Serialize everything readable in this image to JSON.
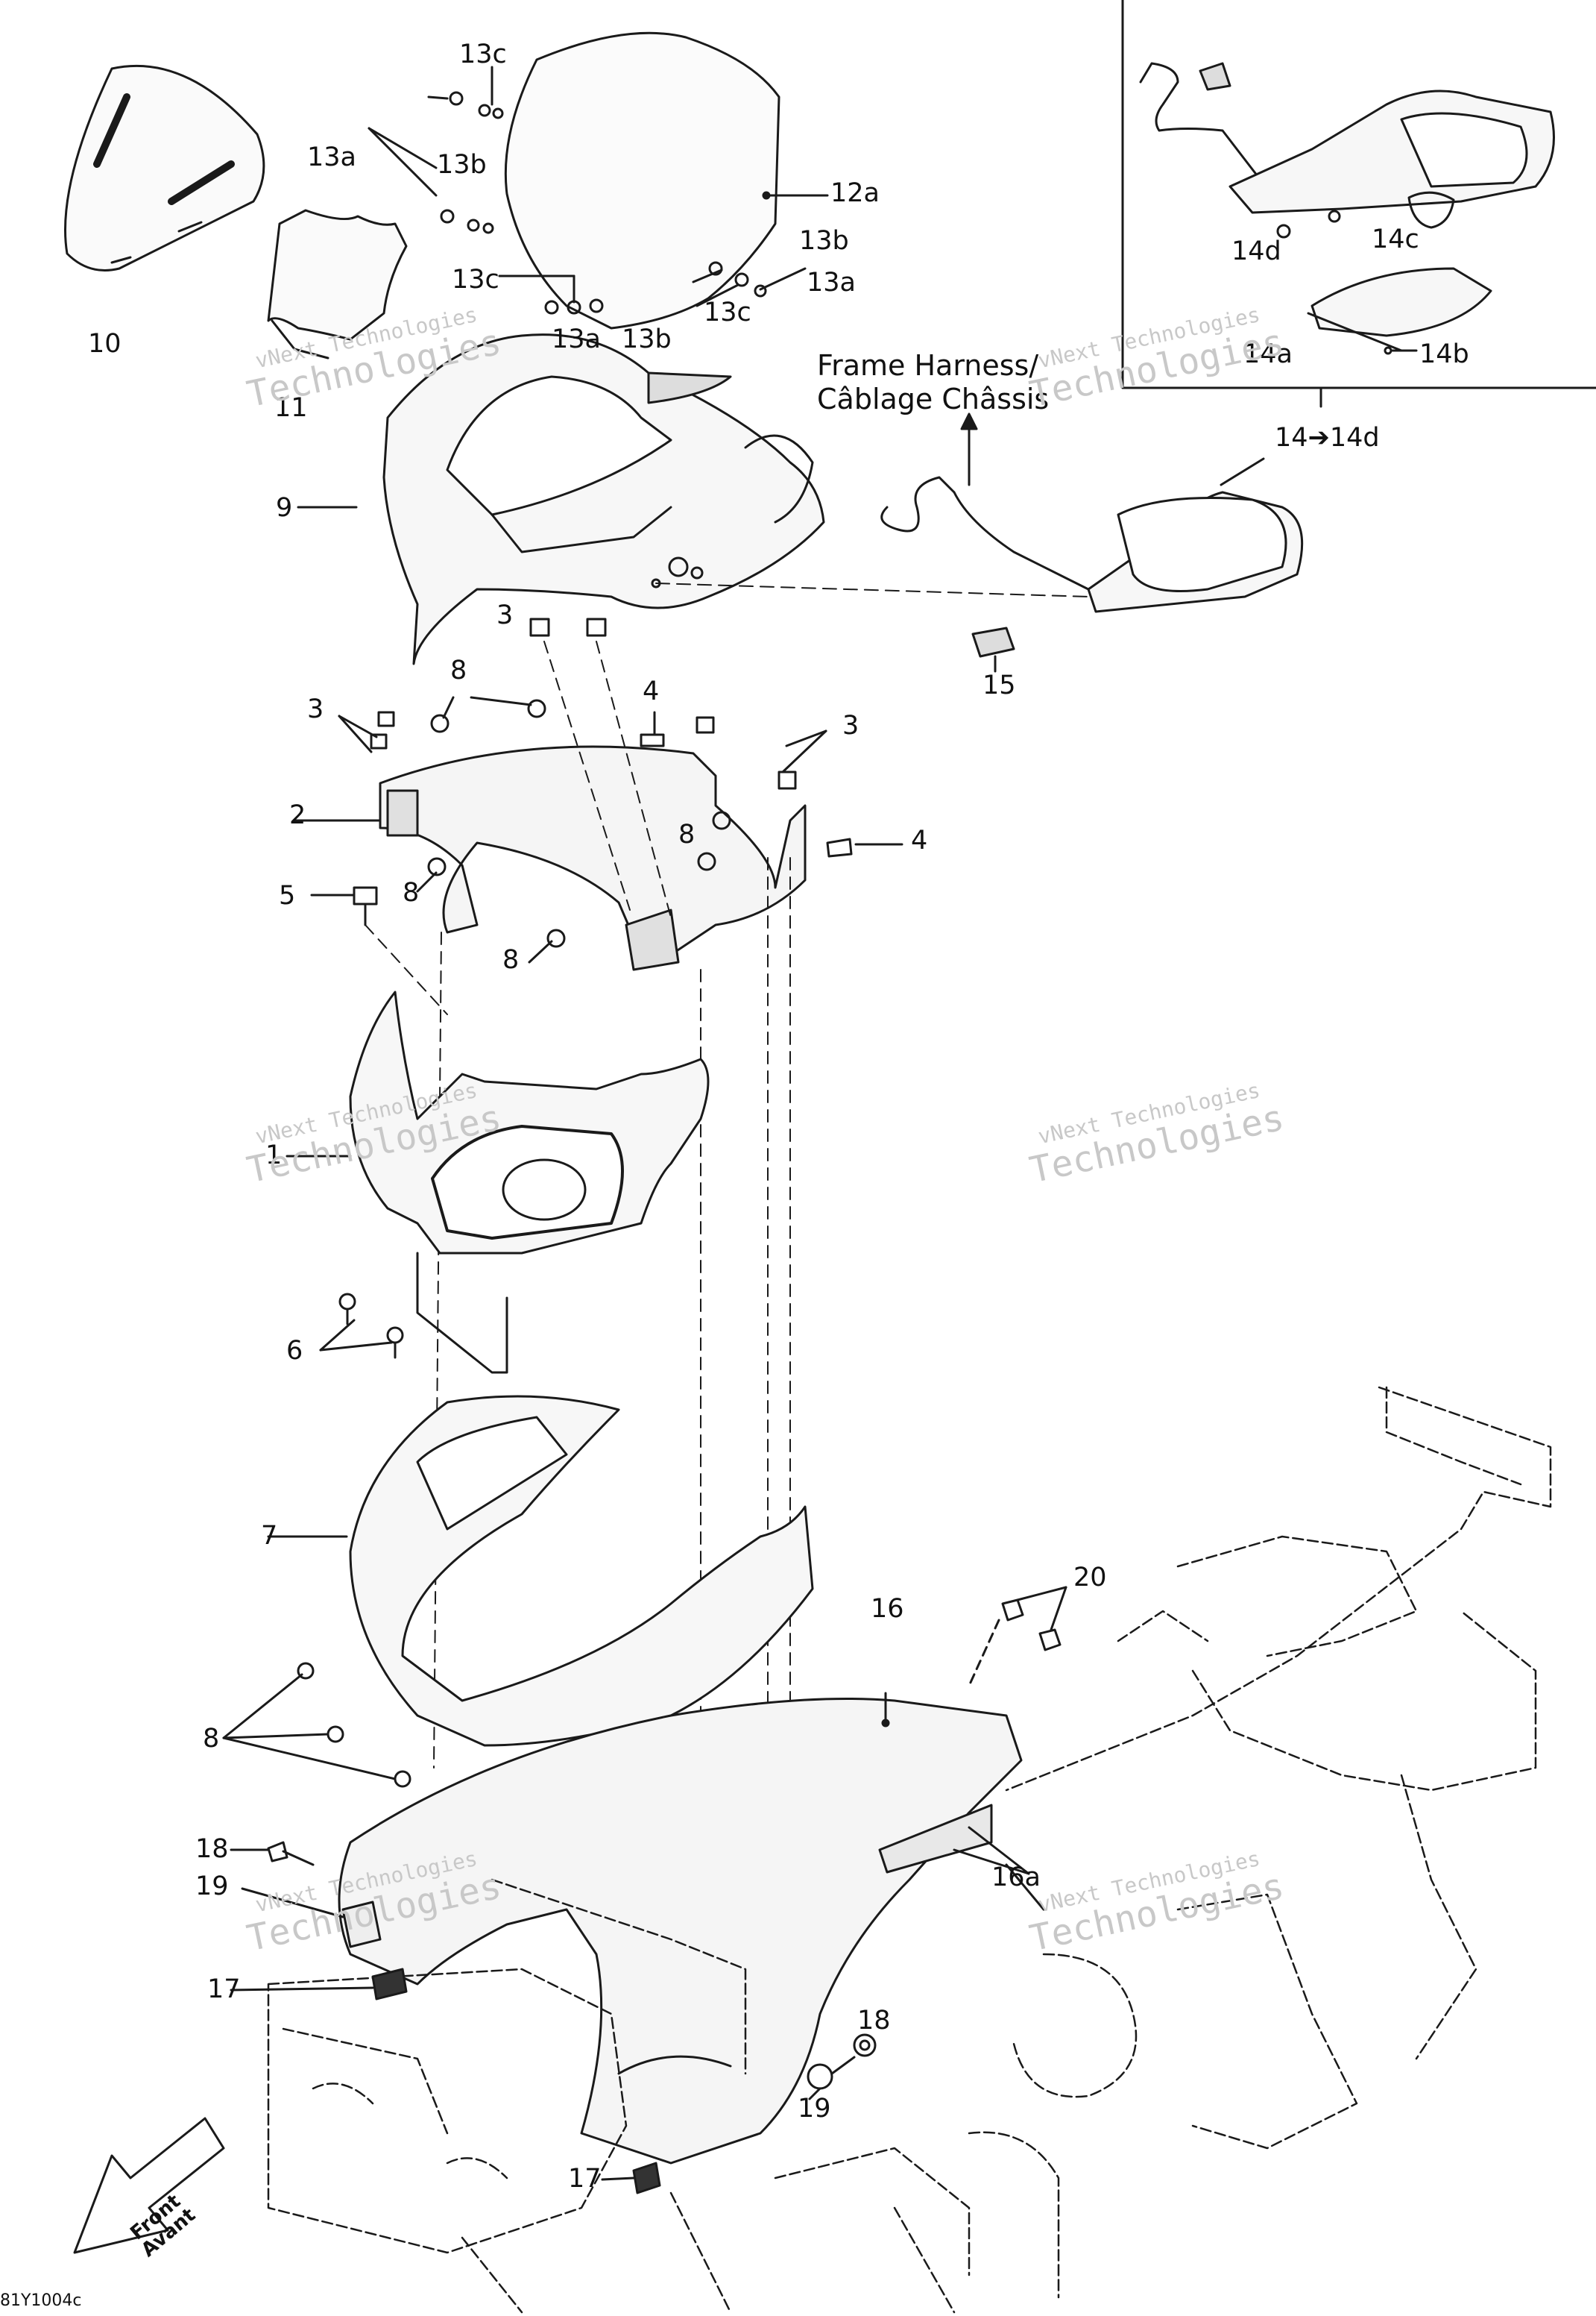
{
  "callouts": [
    {
      "id": "p10",
      "label": "10"
    },
    {
      "id": "p11",
      "label": "11"
    },
    {
      "id": "p13a_top",
      "label": "13a"
    },
    {
      "id": "p13b_top",
      "label": "13b"
    },
    {
      "id": "p13c_top",
      "label": "13c"
    },
    {
      "id": "p13c_mid",
      "label": "13c"
    },
    {
      "id": "p13a_low",
      "label": "13a"
    },
    {
      "id": "p13b_low",
      "label": "13b"
    },
    {
      "id": "p12a",
      "label": "12a"
    },
    {
      "id": "p13b_r",
      "label": "13b"
    },
    {
      "id": "p13a_r",
      "label": "13a"
    },
    {
      "id": "p13c_r",
      "label": "13c"
    },
    {
      "id": "p14d_top",
      "label": "14d"
    },
    {
      "id": "p14c",
      "label": "14c"
    },
    {
      "id": "p14a",
      "label": "14a"
    },
    {
      "id": "p14b",
      "label": "14b"
    },
    {
      "id": "p14range",
      "label": "14➔14d"
    },
    {
      "id": "p9",
      "label": "9"
    },
    {
      "id": "p15",
      "label": "15"
    },
    {
      "id": "p3_a",
      "label": "3"
    },
    {
      "id": "p8_a",
      "label": "8"
    },
    {
      "id": "p4_a",
      "label": "4"
    },
    {
      "id": "p3_b",
      "label": "3"
    },
    {
      "id": "p3_c",
      "label": "3"
    },
    {
      "id": "p2",
      "label": "2"
    },
    {
      "id": "p4_b",
      "label": "4"
    },
    {
      "id": "p8_b",
      "label": "8"
    },
    {
      "id": "p5",
      "label": "5"
    },
    {
      "id": "p8_c",
      "label": "8"
    },
    {
      "id": "p8_d",
      "label": "8"
    },
    {
      "id": "p1",
      "label": "1"
    },
    {
      "id": "p6",
      "label": "6"
    },
    {
      "id": "p7",
      "label": "7"
    },
    {
      "id": "p20",
      "label": "20"
    },
    {
      "id": "p16",
      "label": "16"
    },
    {
      "id": "p8_e",
      "label": "8"
    },
    {
      "id": "p16a",
      "label": "16a"
    },
    {
      "id": "p18_a",
      "label": "18"
    },
    {
      "id": "p19_a",
      "label": "19"
    },
    {
      "id": "p17_a",
      "label": "17"
    },
    {
      "id": "p18_b",
      "label": "18"
    },
    {
      "id": "p19_b",
      "label": "19"
    },
    {
      "id": "p17_b",
      "label": "17"
    }
  ],
  "harness_label": {
    "line1": "Frame Harness/",
    "line2": "Câblage Châssis"
  },
  "watermark": {
    "line1": "vNext Technologies",
    "line2": "Technologies"
  },
  "front_arrow": {
    "line1": "Front",
    "line2": "Avant"
  },
  "part_code": "81Y1004c"
}
